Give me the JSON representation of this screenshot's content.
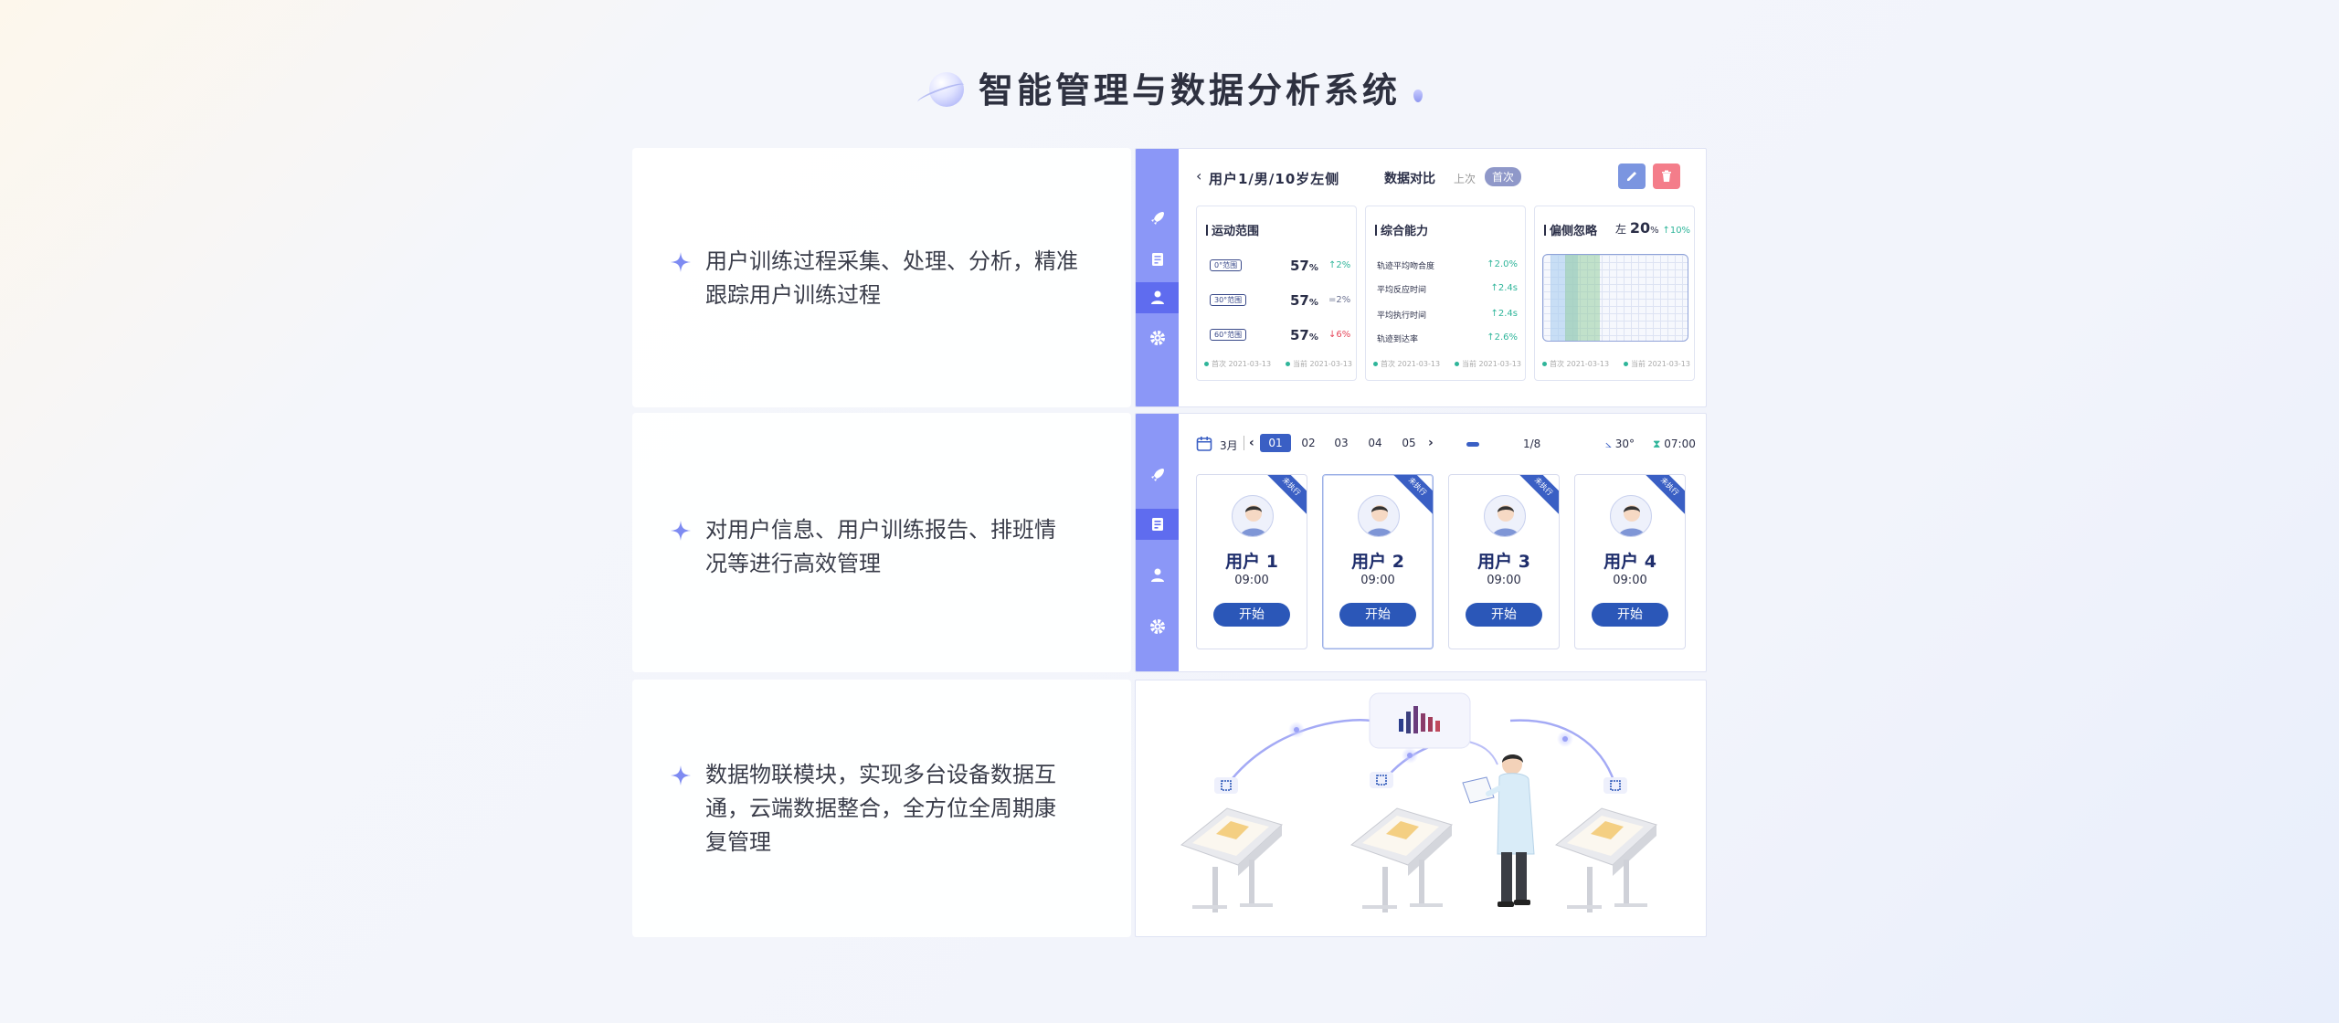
{
  "page": {
    "title": "智能管理与数据分析系统"
  },
  "features": [
    {
      "text_line1": "用户训练过程采集、处理、分析，精准",
      "text_line2": "跟踪用户训练过程",
      "text_line3": ""
    },
    {
      "text_line1": "对用户信息、用户训练报告、排班情",
      "text_line2": "况等进行高效管理",
      "text_line3": ""
    },
    {
      "text_line1": "数据物联模块，实现多台设备数据互",
      "text_line2": "通，云端数据整合，全方位全周期康",
      "text_line3": "复管理"
    }
  ],
  "sidebar_icons": [
    "rocket-icon",
    "report-icon",
    "user-icon",
    "gear-icon"
  ],
  "detail": {
    "user_label": "用户1/男/10岁左侧",
    "compare_label": "数据对比",
    "last_label": "上次",
    "first_label": "首次",
    "motion": {
      "title": "运动范围",
      "rows": [
        {
          "tag": "0°范围",
          "value": "57",
          "unit": "%",
          "change": "↑2%",
          "dir": "up"
        },
        {
          "tag": "30°范围",
          "value": "57",
          "unit": "%",
          "change": "=2%",
          "dir": "flat"
        },
        {
          "tag": "60°范围",
          "value": "57",
          "unit": "%",
          "change": "↓6%",
          "dir": "down"
        }
      ],
      "foot_first": "首次 2021-03-13",
      "foot_current": "当前 2021-03-13"
    },
    "ability": {
      "title": "综合能力",
      "rows": [
        {
          "label": "轨迹平均吻合度",
          "change": "↑2.0%"
        },
        {
          "label": "平均反应时间",
          "change": "↑2.4s"
        },
        {
          "label": "平均执行时间",
          "change": "↑2.4s"
        },
        {
          "label": "轨迹到达率",
          "change": "↑2.6%"
        }
      ],
      "foot_first": "首次 2021-03-13",
      "foot_current": "当前 2021-03-13"
    },
    "bias": {
      "title": "偏侧忽略",
      "side": "左",
      "value": "20",
      "unit": "%",
      "change": "↑10%",
      "foot_first": "首次 2021-03-13",
      "foot_current": "当前 2021-03-13"
    }
  },
  "schedule": {
    "month": "3月",
    "days": [
      "01",
      "02",
      "03",
      "04",
      "05"
    ],
    "selected_day_index": 0,
    "page": "1/8",
    "angle": "30°",
    "time": "07:00",
    "corner_label": "未执行",
    "start_label": "开始",
    "users": [
      {
        "name": "用户 1",
        "time": "09:00"
      },
      {
        "name": "用户 2",
        "time": "09:00"
      },
      {
        "name": "用户 3",
        "time": "09:00"
      },
      {
        "name": "用户 4",
        "time": "09:00"
      }
    ]
  },
  "colors": {
    "sidebar": "#8b97f7",
    "sidebar_active": "#5f6cef",
    "accent": "#3a5fc4",
    "up": "#2fb59a",
    "down": "#e5465a",
    "edit": "#7b95e0",
    "delete": "#f47d8a"
  }
}
